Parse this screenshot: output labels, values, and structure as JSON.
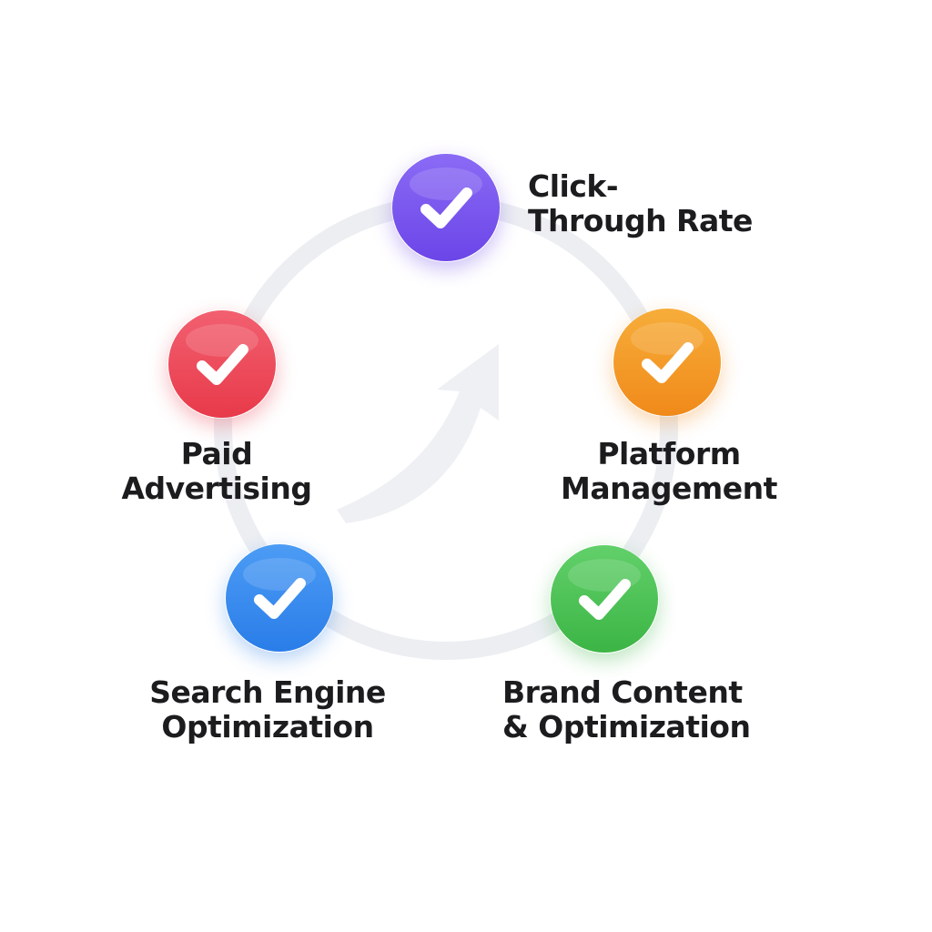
{
  "diagram": {
    "nodes": [
      {
        "id": "click-through-rate",
        "label_lines": [
          "Click-",
          "Through Rate"
        ],
        "color": "#6c45e8",
        "color_light": "#8a6bf5",
        "icon": "check-icon"
      },
      {
        "id": "platform-management",
        "label_lines": [
          "Platform",
          "Management"
        ],
        "color": "#f08a1a",
        "color_light": "#f7ad3a",
        "icon": "check-icon"
      },
      {
        "id": "brand-content-optimization",
        "label_lines": [
          "Brand Content",
          "& Optimization"
        ],
        "color": "#3cb545",
        "color_light": "#62d06a",
        "icon": "check-icon"
      },
      {
        "id": "search-engine-optimization",
        "label_lines": [
          "Search Engine",
          "Optimization"
        ],
        "color": "#2a7de8",
        "color_light": "#4c9cf5",
        "icon": "check-icon"
      },
      {
        "id": "paid-advertising",
        "label_lines": [
          "Paid",
          "Advertising"
        ],
        "color": "#e83a4a",
        "color_light": "#f26070",
        "icon": "check-icon"
      }
    ],
    "ring_color": "#eceef2",
    "arrow_color": "#eef0f4",
    "center_icon": "growth-arrow-icon"
  }
}
